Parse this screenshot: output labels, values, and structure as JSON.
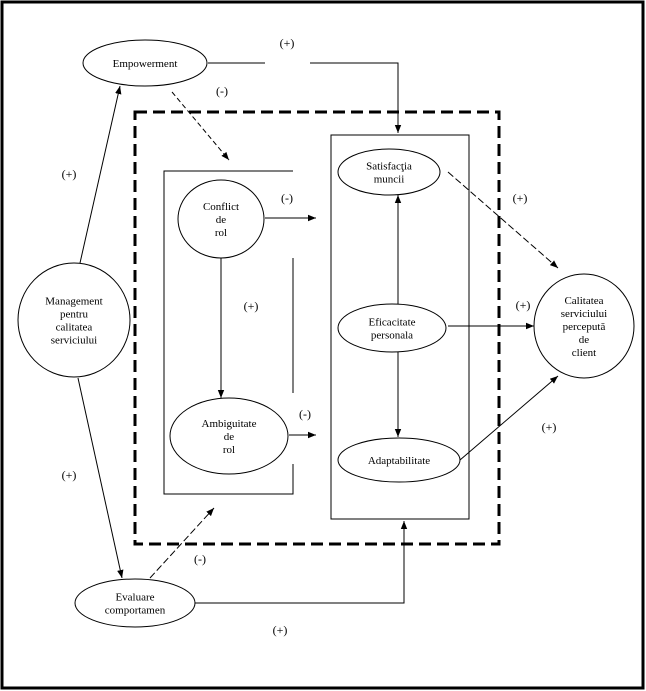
{
  "nodes": {
    "empowerment": [
      "Empowerment"
    ],
    "management": [
      "Management",
      "pentru",
      "calitatea",
      "serviciului"
    ],
    "evaluare": [
      "Evaluare",
      "comportamen"
    ],
    "conflict": [
      "Conflict",
      "de",
      "rol"
    ],
    "ambiguitate": [
      "Ambiguitate",
      "de",
      "rol"
    ],
    "satisfactia": [
      "Satisfacţia",
      "muncii"
    ],
    "eficacitate": [
      "Eficacitate",
      "personala"
    ],
    "adaptabilitate": [
      "Adaptabilitate"
    ],
    "calitatea": [
      "Calitatea",
      "serviciului",
      "percepută",
      "de",
      "client"
    ]
  },
  "signs": {
    "emp_to_satisf": "(+)",
    "emp_to_roles": "(-)",
    "mgmt_to_emp": "(+)",
    "mgmt_to_eval": "(+)",
    "conflict_to_right": "(-)",
    "conflict_to_ambig": "(+)",
    "ambig_to_right": "(-)",
    "satisf_to_calit": "(+)",
    "eficac_to_calit": "(+)",
    "adapt_to_calit": "(+)",
    "eval_to_roles": "(-)",
    "eval_to_right": "(+)"
  }
}
